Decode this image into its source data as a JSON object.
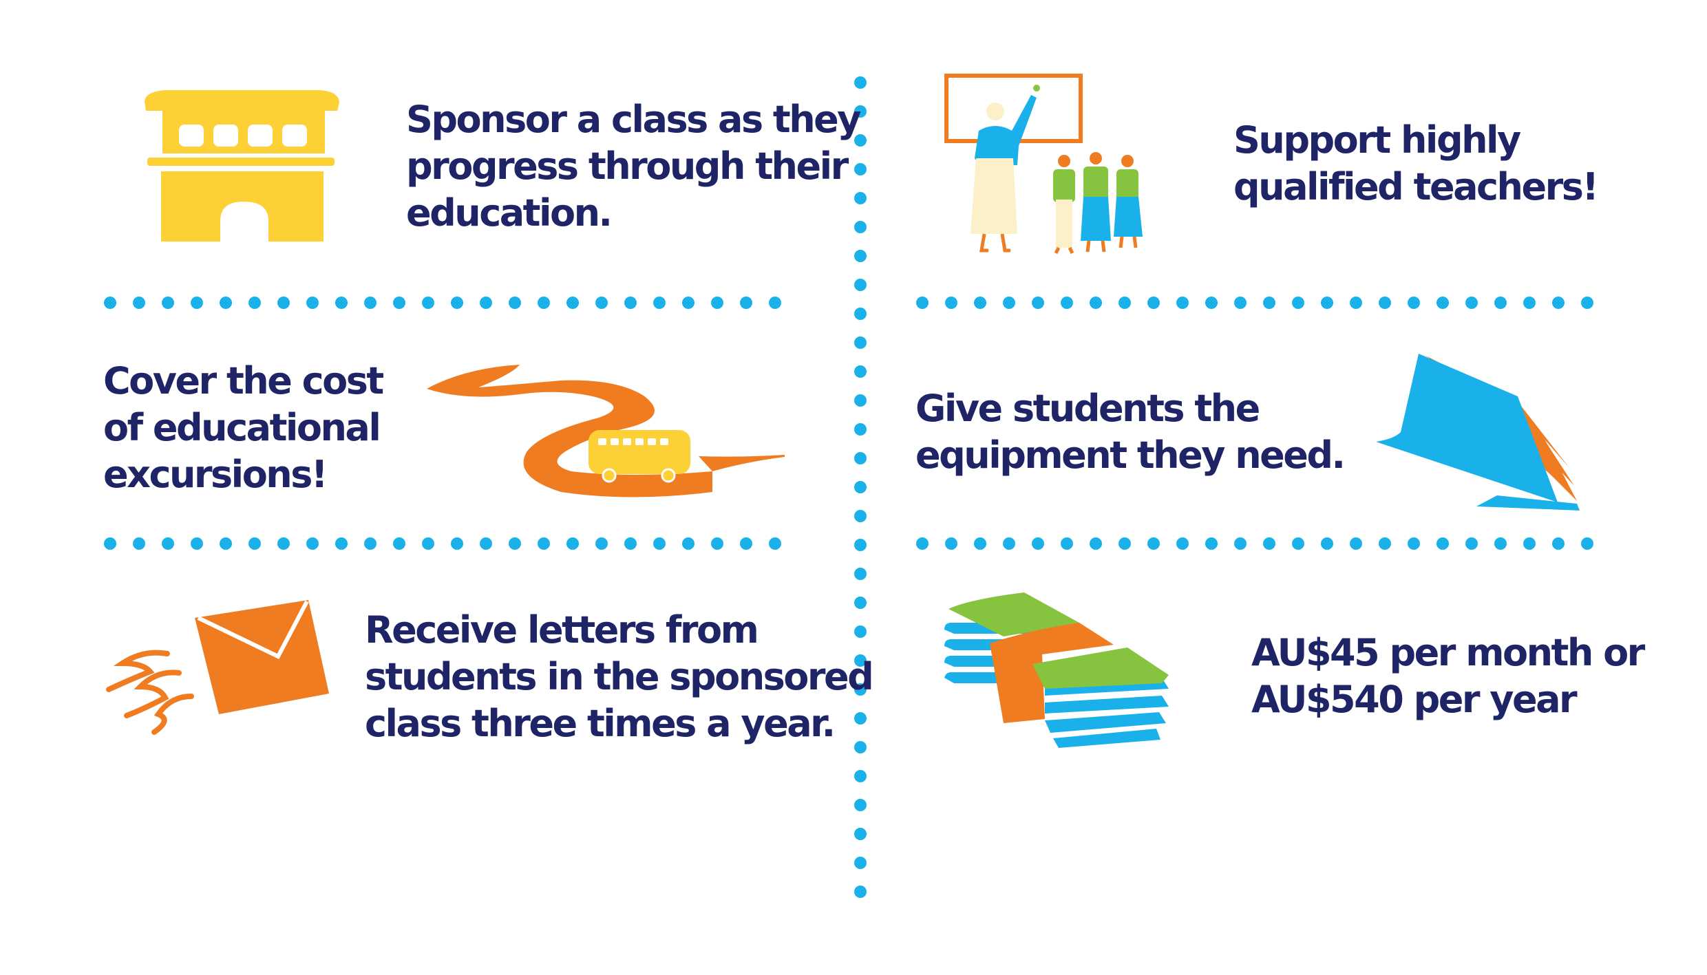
{
  "colors": {
    "text": "#1e2466",
    "dot": "#1ab0ea",
    "yellow": "#fdd035",
    "orange": "#f07c22",
    "blue": "#1ab0ea",
    "green": "#86c440",
    "cream": "#fbf0c8"
  },
  "items": {
    "sponsor_class": {
      "icon": "school-building-icon",
      "lines": [
        "Sponsor a class as they",
        "progress through their",
        "education."
      ]
    },
    "teachers": {
      "icon": "teacher-classroom-icon",
      "lines": [
        "Support highly",
        "qualified teachers!"
      ]
    },
    "excursions": {
      "icon": "bus-road-icon",
      "lines": [
        "Cover the cost",
        "of educational",
        "excursions!"
      ]
    },
    "equipment": {
      "icon": "books-icon",
      "lines": [
        "Give students the",
        "equipment they need."
      ]
    },
    "letters": {
      "icon": "flying-envelope-icon",
      "lines": [
        "Receive letters from",
        "students in the sponsored",
        "class three times a year."
      ]
    },
    "price": {
      "icon": "money-stack-icon",
      "lines": [
        "AU$45 per month or",
        "AU$540 per year"
      ]
    }
  }
}
